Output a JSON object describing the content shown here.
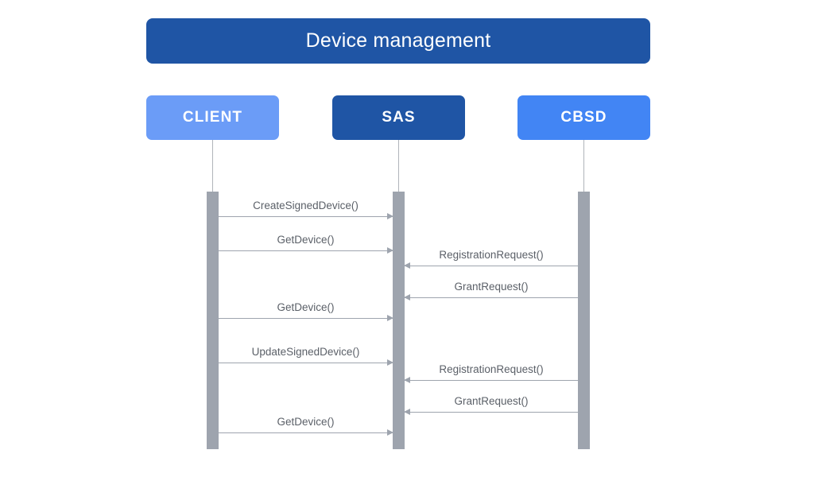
{
  "diagram": {
    "type": "sequence-diagram",
    "title": "Device management",
    "background_color": "#ffffff",
    "title_color": "#1f55a5",
    "lifeline_color": "#b0b4ba",
    "activation_color": "#9ea4ae",
    "message_color": "#9ea4ae",
    "label_color": "#5b6068"
  },
  "participants": [
    {
      "id": "client",
      "label": "CLIENT",
      "color": "#6b9cf7"
    },
    {
      "id": "sas",
      "label": "SAS",
      "color": "#1f55a5"
    },
    {
      "id": "cbsd",
      "label": "CBSD",
      "color": "#4285f4"
    }
  ],
  "messages": [
    {
      "label": "CreateSignedDevice()",
      "from": "client",
      "to": "sas",
      "direction": "right"
    },
    {
      "label": "GetDevice()",
      "from": "client",
      "to": "sas",
      "direction": "right"
    },
    {
      "label": "RegistrationRequest()",
      "from": "cbsd",
      "to": "sas",
      "direction": "left"
    },
    {
      "label": "GrantRequest()",
      "from": "cbsd",
      "to": "sas",
      "direction": "left"
    },
    {
      "label": "GetDevice()",
      "from": "client",
      "to": "sas",
      "direction": "right"
    },
    {
      "label": "UpdateSignedDevice()",
      "from": "client",
      "to": "sas",
      "direction": "right"
    },
    {
      "label": "RegistrationRequest()",
      "from": "cbsd",
      "to": "sas",
      "direction": "left"
    },
    {
      "label": "GrantRequest()",
      "from": "cbsd",
      "to": "sas",
      "direction": "left"
    },
    {
      "label": "GetDevice()",
      "from": "client",
      "to": "sas",
      "direction": "right"
    }
  ]
}
